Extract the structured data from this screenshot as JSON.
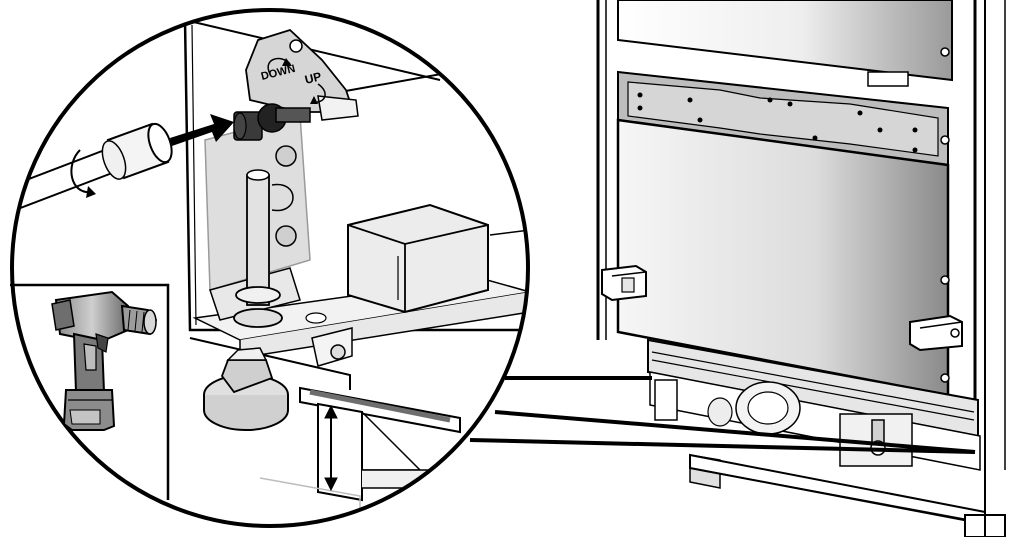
{
  "figure": {
    "type": "installation-illustration",
    "rotation_labels": {
      "down": "DOWN",
      "up": "UP"
    },
    "tool": "cordless-drill",
    "palette": {
      "stroke": "#000000",
      "background": "#ffffff",
      "light_gray": "#e6e6e6",
      "mid_gray": "#bdbdbd",
      "dark_gray": "#6e6e6e"
    }
  }
}
